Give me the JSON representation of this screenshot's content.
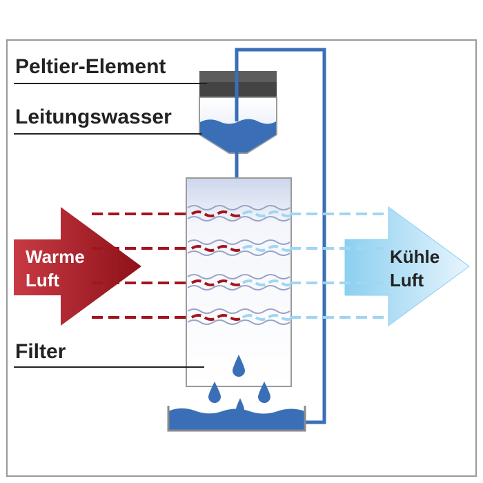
{
  "labels": {
    "peltier": "Peltier-Element",
    "water": "Leitungswasser",
    "filter": "Filter",
    "warm_line1": "Warme",
    "warm_line2": "Luft",
    "cool_line1": "Kühle",
    "cool_line2": "Luft"
  },
  "colors": {
    "warm": "#a3141d",
    "cool": "#9fd6f2",
    "water": "#3a6fb8",
    "peltier": "#444444",
    "frame": "#999999"
  }
}
